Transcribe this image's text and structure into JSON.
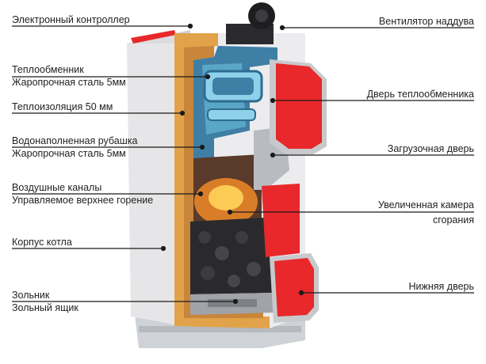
{
  "labels": {
    "controller": "Электронный контроллер",
    "heat_exchanger_1": "Теплообменник",
    "heat_exchanger_2": "Жаропрочная сталь 5мм",
    "insulation": "Теплоизоляция 50 мм",
    "jacket_1": "Водонаполненная рубашка",
    "jacket_2": "Жаропрочная сталь 5мм",
    "air_channels_1": "Воздушные каналы",
    "air_channels_2": "Управляемое верхнее горение",
    "housing": "Корпус котла",
    "ash_pit_1": "Зольник",
    "ash_pit_2": "Зольный ящик",
    "fan": "Вентилятор наддува",
    "exchanger_door": "Дверь теплообменника",
    "loading_door": "Загрузочная дверь",
    "chamber_1": "Увеличенная камера",
    "chamber_2": "сгорания",
    "bottom_door": "Нижняя дверь"
  },
  "colors": {
    "door_red": "#e8282a",
    "insulation": "#e2a24a",
    "chamber_blue": "#3f7fa6",
    "body_gray": "#e9e9ea"
  }
}
